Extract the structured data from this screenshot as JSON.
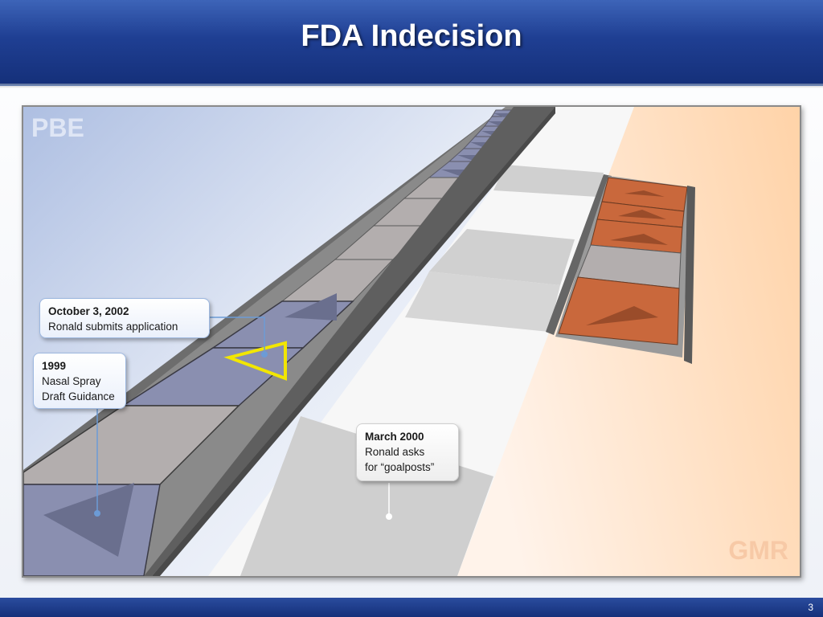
{
  "slide": {
    "title": "FDA Indecision",
    "page_number": "3"
  },
  "labels": {
    "left_corner": "PBE",
    "right_corner": "GMR"
  },
  "callouts": {
    "oct2002": {
      "heading": "October 3, 2002",
      "lines": [
        "Ronald submits application"
      ]
    },
    "y1999": {
      "heading": "1999",
      "lines": [
        "Nasal Spray",
        "Draft Guidance"
      ]
    },
    "mar2000": {
      "heading": "March 2000",
      "lines": [
        "Ronald asks",
        "for “goalposts”"
      ]
    }
  },
  "colors": {
    "title_bar": "#1f3f93",
    "pbe_label": "#dfe6f5",
    "gmr_label": "#f7c9a6",
    "blue_track_tile": "#8a8fb0",
    "grey_track_tile": "#b3aeae",
    "orange_track_tile": "#c9683c",
    "highlight": "#f2e600"
  }
}
